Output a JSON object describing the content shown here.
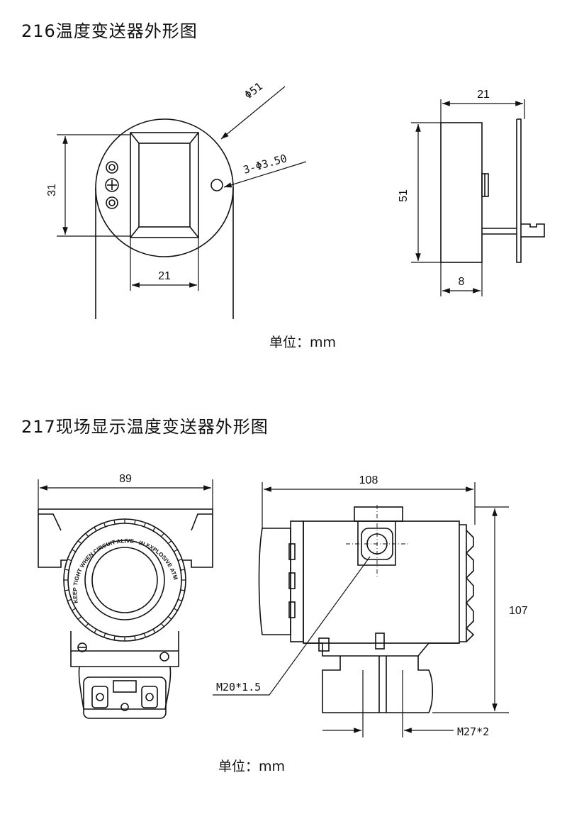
{
  "section1": {
    "title": "216温度变送器外形图",
    "unit_label": "单位：mm",
    "front_view": {
      "dim_diameter": "Φ51",
      "dim_holes": "3-Φ3.50",
      "dim_height": "31",
      "dim_width": "21"
    },
    "side_view": {
      "dim_depth": "21",
      "dim_height": "51",
      "dim_bottom": "8"
    }
  },
  "section2": {
    "title": "217现场显示温度变送器外形图",
    "unit_label": "单位：mm",
    "front_view": {
      "dim_width": "89",
      "cover_text": "KEEP TIGHT WHEN CIRCUIT ALIVE · IN EXPLOSIVE ATMOSPHERE"
    },
    "side_view": {
      "dim_length": "108",
      "dim_height": "107",
      "thread_cable": "M20*1.5",
      "thread_mount": "M27*2"
    }
  }
}
